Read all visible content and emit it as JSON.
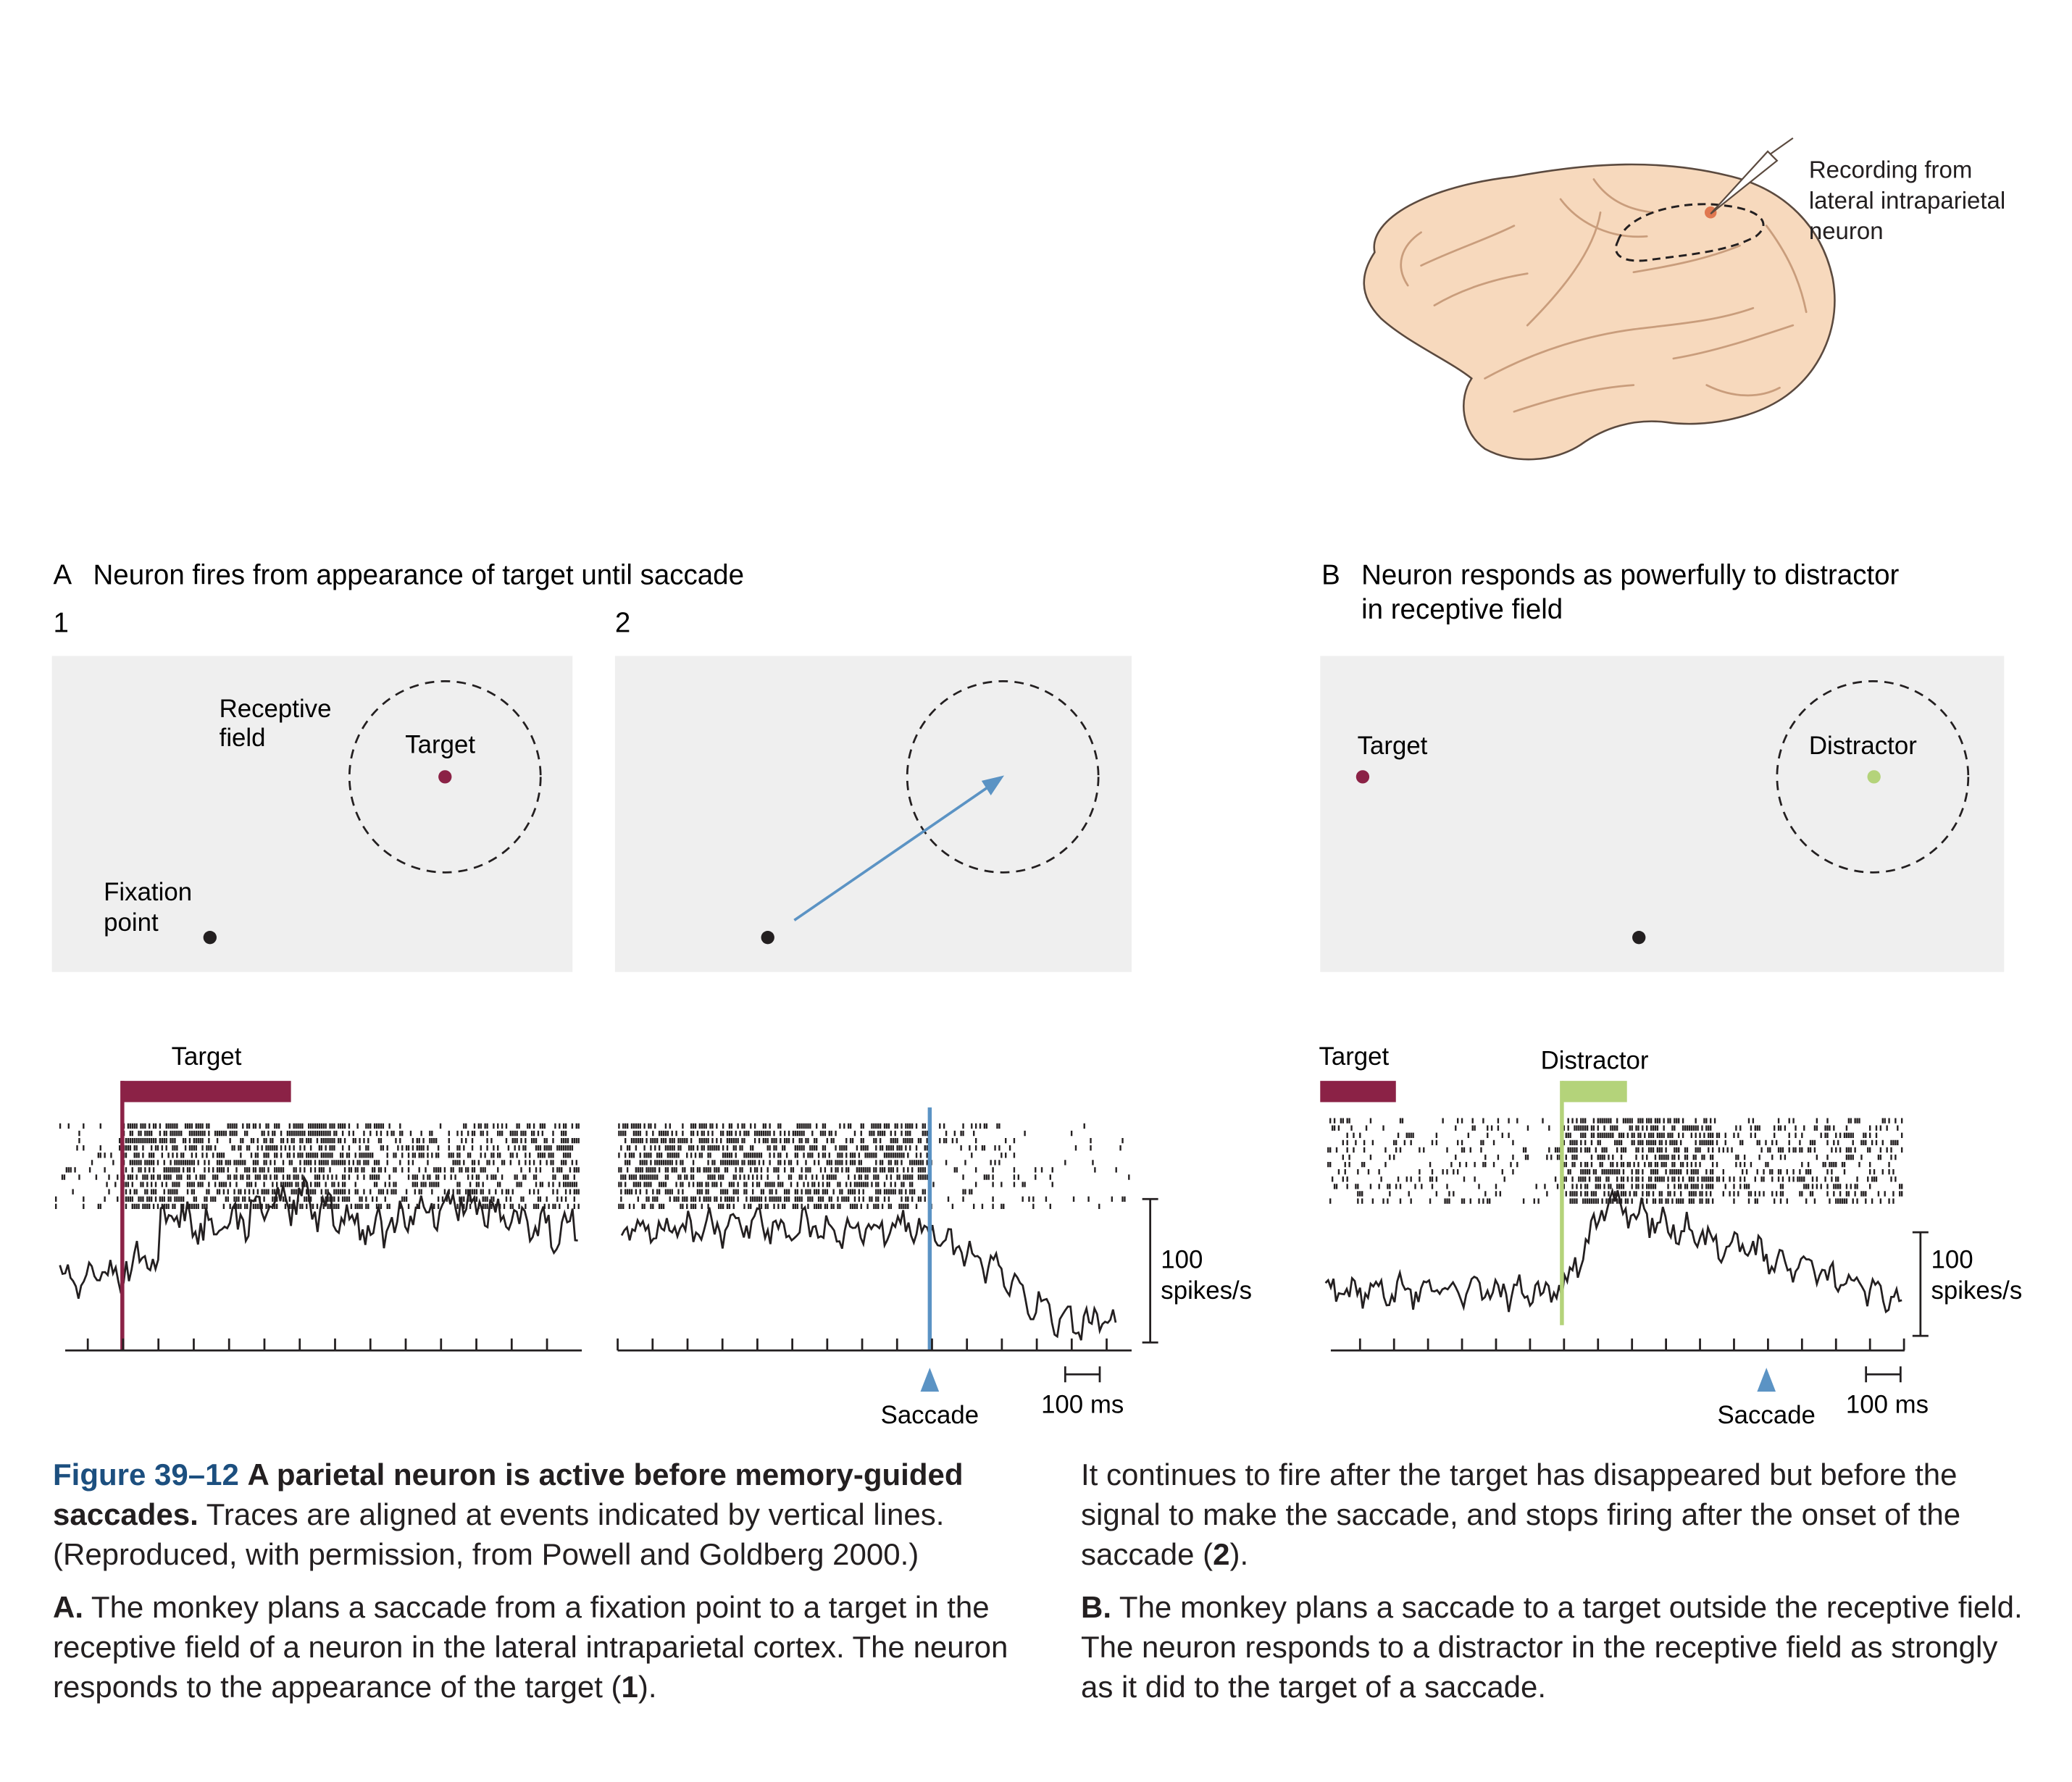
{
  "brain": {
    "label_lines": [
      "Recording from",
      "lateral intraparietal",
      "neuron"
    ]
  },
  "panelA": {
    "letter": "A",
    "title": "Neuron fires from appearance of target until saccade",
    "sub1": "1",
    "sub2": "2",
    "rf_label_lines": [
      "Receptive",
      "field"
    ],
    "target_label": "Target",
    "fixation_label_lines": [
      "Fixation",
      "point"
    ],
    "bar_target_label": "Target",
    "saccade_label": "Saccade",
    "scale_time": "100 ms",
    "scale_rate_lines": [
      "100",
      "spikes/s"
    ]
  },
  "panelB": {
    "letter": "B",
    "title_lines": [
      "Neuron responds as powerfully to distractor",
      "in receptive field"
    ],
    "target_label": "Target",
    "distractor_label": "Distractor",
    "bar_target_label": "Target",
    "bar_distractor_label": "Distractor",
    "saccade_label": "Saccade",
    "scale_time": "100 ms",
    "scale_rate_lines": [
      "100",
      "spikes/s"
    ]
  },
  "colors": {
    "target": "#8b2246",
    "distractor": "#b4d37a",
    "saccade": "#5b93c4",
    "panel_bg": "#efefef",
    "figure_number": "#1c4f7f",
    "brain_fill": "#f7d9bd"
  },
  "caption": {
    "fig_num": "Figure 39–12",
    "title": "A parietal neuron is active before memory-guided saccades.",
    "intro": "Traces are aligned at events indicated by vertical lines. (Reproduced, with permission, from Powell and Goldberg 2000.)",
    "a_letter": "A.",
    "a_text": "The monkey plans a saccade from a fixation point to a target in the receptive field of a neuron in the lateral intraparietal cortex. The neuron responds to the appearance of the target (",
    "a_num1": "1",
    "a_close": ").",
    "cont_text": "It continues to fire after the target has disappeared but before the signal to make the saccade, and stops firing after the onset of the saccade (",
    "cont_num": "2",
    "cont_close": ").",
    "b_letter": "B.",
    "b_text": "The monkey plans a saccade to a target outside the receptive field. The neuron responds to a distractor in the receptive field as strongly as it did to the target of a saccade."
  }
}
